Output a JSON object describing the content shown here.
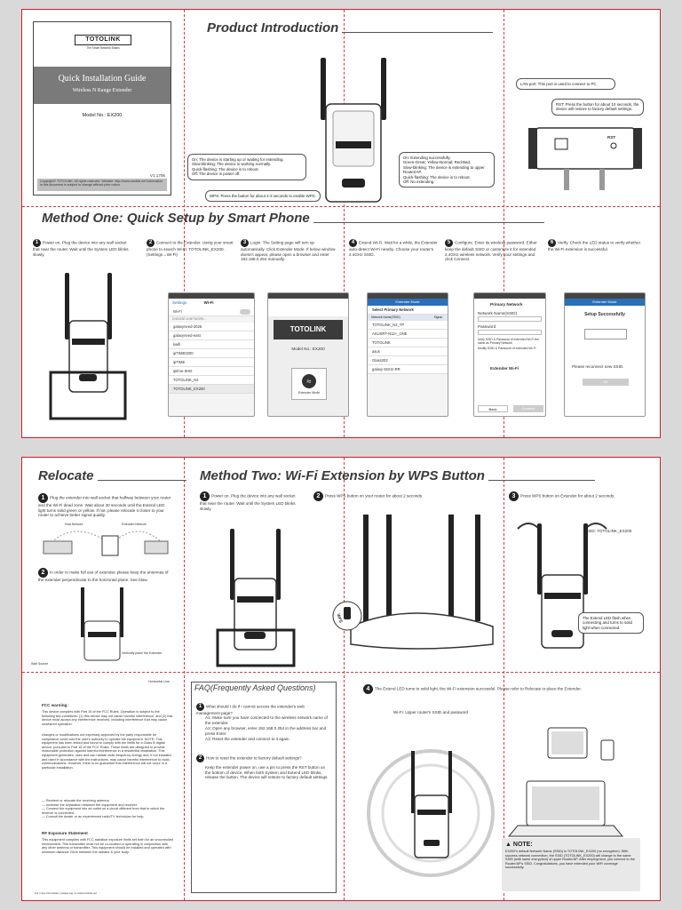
{
  "cover": {
    "brand": "TOTOLINK",
    "brand_tagline": "The Smart Network Brains",
    "title": "Quick Installation Guide",
    "subtitle": "Wireless N Range Extender",
    "model": "Model No.: EX200",
    "version": "V1.1706",
    "copyright": "Copyright© TOTOLINK. All rights reserved. Website: http://www.totolink.net Information in this document is subject to change without prior notice."
  },
  "product_intro": {
    "title": "Product Introduction",
    "device_label": "TOTOLINK",
    "power_callout": {
      "on": "On: The device is starting up or waiting for extending.",
      "slow": "Slow-blinking: The device is working normally.",
      "quick": "Quick-flashing: The device is to reboot.",
      "off": "Off: The device is power off."
    },
    "extend_callout": {
      "on": "On: Extending successfully.",
      "signal": "Green-Great; Yellow-Normal; Red-Bad.",
      "slow": "Slow-blinking: The device is extending to upper Router/AP.",
      "quick": "Quick-flashing: The device is to reboot.",
      "off": "Off: No extending."
    },
    "wps_callout": "WPS: Press the button for about 2-3 seconds to enable WPS.",
    "lan_callout": "LAN port: This port is used to connect to PC.",
    "rst_callout": "RST: Press the button for about 10 seconds, the device will restore to factory default settings.",
    "rst_label": "RST"
  },
  "method_one": {
    "title": "Method One: Quick Setup by Smart Phone",
    "steps": [
      {
        "n": "1",
        "text": "Power on. Plug the device into any wall socket that near the router. Wait until the System LED blinks slowly."
      },
      {
        "n": "2",
        "text": "Connect to the Extender. Using your smart phone to search Wi-Fi: TOTOLINK_EX200. (Settings→Wi-Fi)"
      },
      {
        "n": "3",
        "text": "Login. The Setting page will turn up automatically. Click Extender Mode. If below window doesn't appear, please open a browser and enter 192.168.0.254 manually."
      },
      {
        "n": "4",
        "text": "Extend Wi-Fi. Wait for a while, the Extender auto-detect Wi-Fi nearby. Choose your router's 2.4GHz SSID."
      },
      {
        "n": "5",
        "text": "Configure. Enter its wireless password. Either keep the default SSID or customize it for extended 2.4GHz wireless network. Verify your settings and click Connect."
      },
      {
        "n": "6",
        "text": "Verify. Check the LED status to verify whether the Wi-Fi extension is successful."
      }
    ],
    "wifi_list": {
      "header_left": "Settings",
      "header_title": "Wi-Fi",
      "toggle_label": "Wi-Fi",
      "section": "CHOOSE A NETWORK...",
      "networks": [
        "galaxyneed-2026",
        "galaxyneed-east",
        "kwifi",
        "ipTIME0200",
        "ipTIME",
        "iptime-SHD",
        "TOTOLINK_N3",
        "TOTOLINK_EX200"
      ]
    },
    "login_screen": {
      "brand": "TOTOLINK",
      "model": "Model No.: EX200",
      "button": "Extender Mode"
    },
    "scan_screen": {
      "title": "Extender Mode",
      "subtitle": "Select Primary Network",
      "col1": "Network Name(SSID)",
      "col2": "Signal",
      "items": [
        "TOTOLINK_N3_TP",
        "ASUSRT-N12+_ONE",
        "TOTOLINK",
        "asus",
        "Glass202",
        "galaxy-5GHz-RR"
      ]
    },
    "config_screen": {
      "title": "Primary Network",
      "f1": "Network Name(SSID)",
      "f2": "Password",
      "opt1": "Keep SSID & Password of extended Wi-Fi the same as Primary Network",
      "opt2": "Modify SSID & Password of extended Wi-Fi",
      "section": "Extender Wi-Fi",
      "back": "Back",
      "connect": "Connect"
    },
    "verify_screen": {
      "title": "Extender Mode",
      "heading": "Setup Successfully",
      "caption": "Please reconnect new SSID.",
      "ok": "OK"
    }
  },
  "relocate": {
    "title": "Relocate",
    "step1": "Plug the extender into wall socket that halfway between your router and the Wi-Fi dead zone. Wait about 30 seconds until the Extend LED light turns solid green or yellow. If not, please relocate it closer to your router to achieve better signal quality.",
    "host_label": "Host Network",
    "ext_label": "Extended Network",
    "step2": "In order to make full use of extender, please keep the antennas of the extender perpendicular to the horizontal plane. See blow.",
    "vertical_label": "Vertically place the Extender",
    "wall_socket": "Wall Socket",
    "horizon": "Horizontal Line"
  },
  "method_two": {
    "title": "Method Two: Wi-Fi Extension by WPS Button",
    "step1": "Power on. Plug the device into any wall socket that near the router. Wait until the System LED blinks slowly.",
    "step2": "Press WPS button on your router for about 2 seconds.",
    "step3": "Press WPS button on Extender for about 2 seconds.",
    "ssid_label": "SSID: TOTOLINK_EX200",
    "wps_label": "WPS",
    "led_note": "The Extend LED flash when connecting and turns to solid light when connected.",
    "step4": "The Extend LED turns to solid light, the Wi-Fi extension successful. Please refer to Relocate to place the Extender.",
    "wifi_note": "Wi-Fi: Upper router's SSID and password",
    "note_title": "NOTE:",
    "note_text": "EX200's default Network Name (SSID) is TOTOLINK_EX200 (no encryption). With success network connection, the SSID (TOTOLINK_EX200) will change to the same SSID (with same encryption) of upper Router/AP. After employment, you connect to the Router/AP's SSID. Congratulations, you have extended your WiFi coverage successfully."
  },
  "faq": {
    "title": "FAQ(Frequently Asked Questions)",
    "q1": "What should I do if I cannot access the extender's web management page?",
    "a1": "A1: Make sure you have connected to the wireless network name of the extender.",
    "a2": "A2: Open any browser, enter 192.168.0.254 in the address bar and press Enter.",
    "a3": "A3: Reset the extender and connect to it again.",
    "q2": "How to reset the extender to factory default settings?",
    "a4": "Keep the extender power on, use a pin to press the RST button on the bottom of device. When both System and Extend LED blinks, release the button. The device will restore to factory default settings."
  },
  "fcc": {
    "title": "FCC warning:",
    "body1": "This device complies with Part 15 of the FCC Rules. Operation is subject to the following two conditions: (1) this device may not cause harmful interference, and (2) this device must accept any interference received, including interference that may cause undesired operation.",
    "body2": "changes or modifications not expressly approved by the party responsible for compliance could void the user's authority to operate the equipment. NOTE: This equipment has been tested and found to comply with the limits for a Class B digital device, pursuant to Part 15 of the FCC Rules. These limits are designed to provide reasonable protection against harmful interference in a residential installation. This equipment generates, uses and can radiate radio frequency energy and, if not installed and used in accordance with the instructions, may cause harmful interference to radio communications. However, there is no guarantee that interference will not occur in a particular installation.",
    "list": [
      "— Reorient or relocate the receiving antenna.",
      "— Increase the separation between the equipment and receiver.",
      "— Connect the equipment into an outlet on a circuit different from that to which the receiver is connected.",
      "— Consult the dealer or an experienced radio/TV technician for help."
    ],
    "rf_title": "RF Exposure Statement",
    "rf_body": "This equipment complies with FCC radiation exposure limits set forth for an uncontrolled environment. This transmitter must not be co-located or operating in conjunction with any other antenna or transmitter. This equipment should be installed and operated with minimum distance 20cm between the radiator & your body.",
    "footer": "For more information, please log on www.totolink.net"
  }
}
